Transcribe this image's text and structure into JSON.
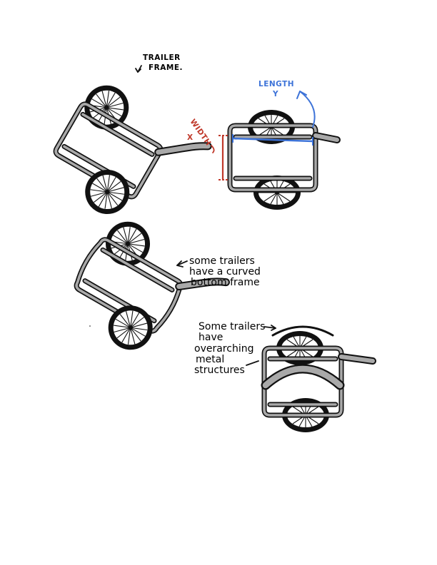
{
  "labels": {
    "trailer_frame_line1": "TRAILER",
    "trailer_frame_line2": "FRAME.",
    "length": "LENGTH",
    "length_var": "Y",
    "width": "WIDTH",
    "width_var": "X"
  },
  "notes": {
    "curved_line1": "some trailers",
    "curved_line2": "have a curved",
    "curved_line3": "bottom frame",
    "arch_line1": "Some trailers",
    "arch_line2": "have",
    "arch_line3": "overarching",
    "arch_line4": "metal",
    "arch_line5": "structures"
  },
  "colors": {
    "ink": "#111111",
    "frame_fill": "#a9a9a9",
    "length_blue": "#3d73d8",
    "width_red": "#c0392b"
  }
}
